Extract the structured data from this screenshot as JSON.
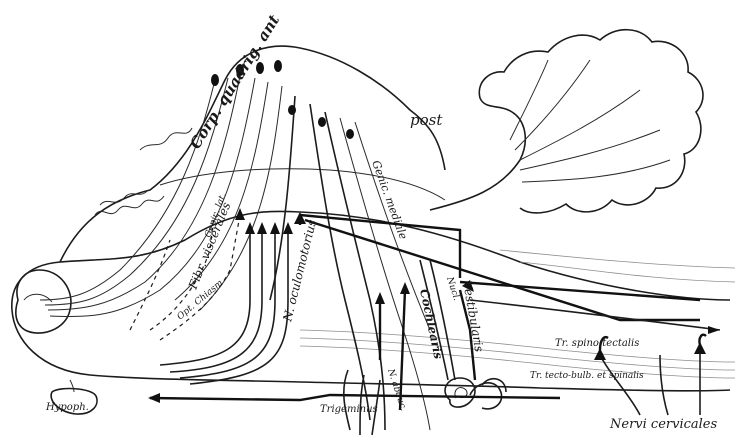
{
  "labels": {
    "corp_quadrig_ant": "Corp. quadrig. ant",
    "post": "post",
    "genic_lat": "Genic. lat.",
    "genic_mediale": "Genic. mediale",
    "fibr_visceral": "Fibr. viscerales",
    "n_oculomotorius": "N. oculomotorius",
    "nucl": "Nucl.",
    "vestibularis": "Vestibularis",
    "cochlearis": "Cochlearis",
    "tr_spino_tectalis": "Tr. spino-tectalis",
    "tr_tecto_bulbo": "Tr. tecto-bulb. et spinalis",
    "nervi_cervicales": "Nervi cervicales",
    "trigeminus": "Trigeminus",
    "n_abduc": "N. abduc.",
    "hypoph": "Hypoph.",
    "opt_chiasm": "Opt. Chiasm"
  }
}
